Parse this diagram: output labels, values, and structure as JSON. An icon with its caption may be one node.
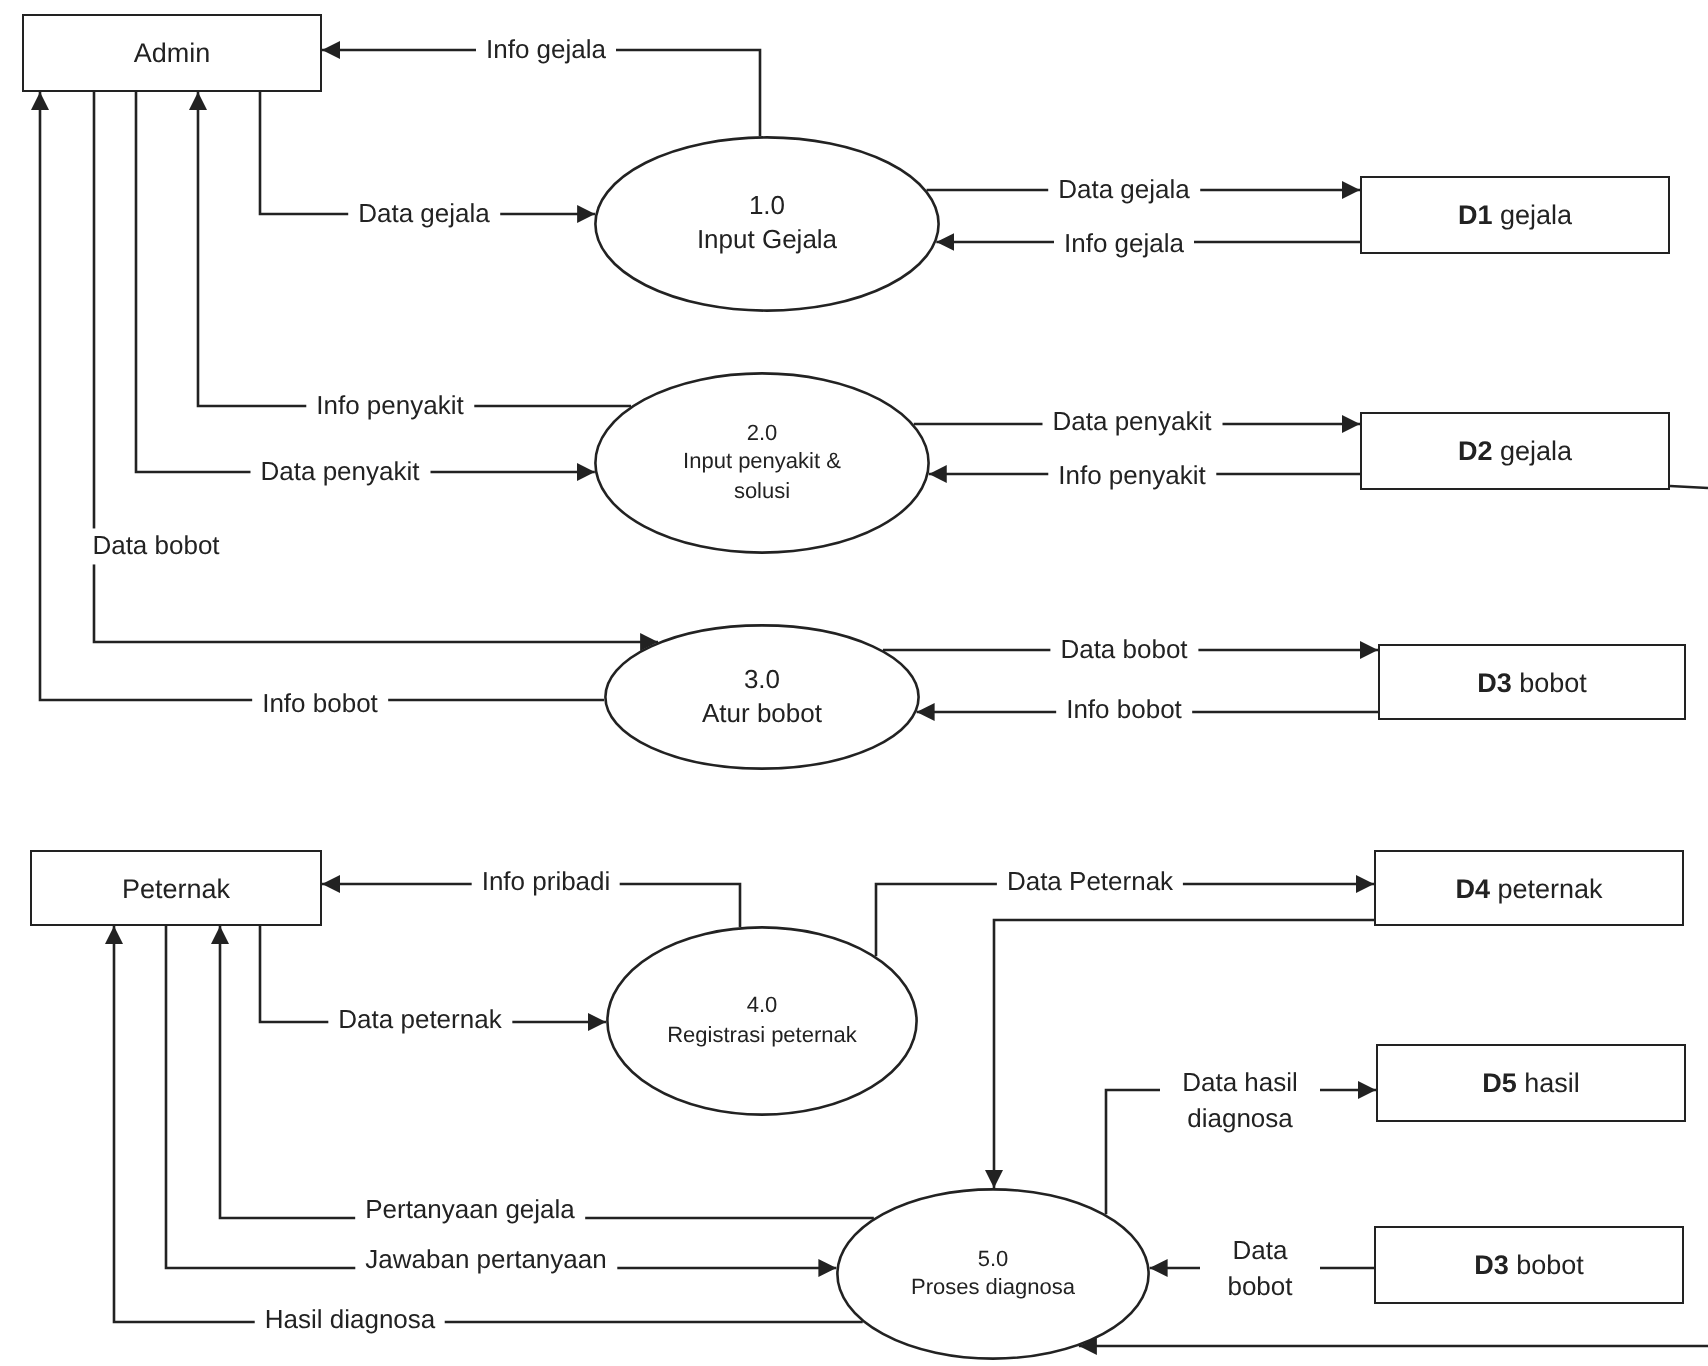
{
  "diagram": {
    "nodes": [
      {
        "text": [
          "Admin"
        ]
      },
      {
        "text": [
          "1.0",
          "Input Gejala"
        ]
      },
      {
        "text": [
          "2.0",
          "Input penyakit & solusi"
        ]
      },
      {
        "text": [
          "3.0",
          "Atur bobot"
        ]
      },
      {
        "text": [
          "**D1** gejala"
        ]
      },
      {
        "text": [
          "**D2** gejala"
        ]
      },
      {
        "text": [
          "**D3** bobot"
        ]
      },
      {
        "text": [
          "Peternak"
        ]
      },
      {
        "text": [
          "4.0",
          "Registrasi peternak"
        ]
      },
      {
        "text": [
          "**D4** peternak"
        ]
      },
      {
        "text": [
          "5.0",
          "Proses diagnosa"
        ]
      },
      {
        "text": [
          "**D5** hasil"
        ]
      },
      {
        "text": [
          "**D3** bobot"
        ]
      }
    ],
    "edges": [
      {
        "from": 1,
        "to": 0,
        "arrow": "to",
        "label": "Info gejala"
      },
      {
        "from": 0,
        "to": 1,
        "arrow": "to",
        "label": "Data gejala"
      },
      {
        "from": 2,
        "to": 0,
        "arrow": "to",
        "label": "Info penyakit"
      },
      {
        "from": 0,
        "to": 2,
        "arrow": "to",
        "label": "Data penyakit"
      },
      {
        "from": 0,
        "to": 3,
        "arrow": "to",
        "label": "Data bobot"
      },
      {
        "from": 3,
        "to": 0,
        "arrow": "to",
        "label": "Info bobot"
      },
      {
        "from": 1,
        "to": 4,
        "arrow": "to",
        "label": "Data gejala"
      },
      {
        "from": 4,
        "to": 1,
        "arrow": "to",
        "label": "Info gejala"
      },
      {
        "from": 2,
        "to": 5,
        "arrow": "to",
        "label": "Data penyakit"
      },
      {
        "from": 5,
        "to": 2,
        "arrow": "to",
        "label": "Info penyakit"
      },
      {
        "from": 3,
        "to": 6,
        "arrow": "to",
        "label": "Data bobot"
      },
      {
        "from": 6,
        "to": 3,
        "arrow": "to",
        "label": "Info bobot"
      },
      {
        "from": 8,
        "to": 7,
        "arrow": "to",
        "label": "Info pribadi"
      },
      {
        "from": 7,
        "to": 8,
        "arrow": "to",
        "label": "Data peternak"
      },
      {
        "from": 8,
        "to": 9,
        "arrow": "to",
        "label": "Data Peternak"
      },
      {
        "from": 9,
        "to": 10,
        "arrow": "to"
      },
      {
        "from": 10,
        "to": 7,
        "arrow": "to",
        "label": "Pertanyaan gejala"
      },
      {
        "from": 7,
        "to": 10,
        "arrow": "to",
        "label": "Jawaban pertanyaan"
      },
      {
        "from": 10,
        "to": 7,
        "arrow": "to",
        "label": "Hasil diagnosa"
      },
      {
        "from": 10,
        "to": 11,
        "arrow": "to",
        "label": "Data hasil diagnosa"
      },
      {
        "from": 12,
        "to": 10,
        "arrow": "to",
        "label": "Data bobot"
      },
      {
        "from": 5,
        "to": null,
        "arrow": "none"
      },
      {
        "from": null,
        "to": 10,
        "arrow": "to"
      }
    ]
  }
}
